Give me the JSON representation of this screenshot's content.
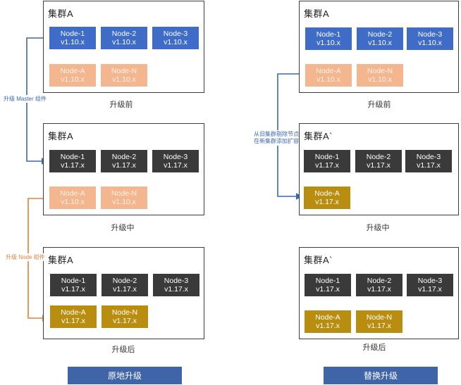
{
  "left": {
    "before": {
      "title": "集群A",
      "nodes_row1": [
        {
          "name": "Node-1",
          "ver": "v1.10.x"
        },
        {
          "name": "Node-2",
          "ver": "v1.10.x"
        },
        {
          "name": "Node-3",
          "ver": "v1.10.x"
        }
      ],
      "nodes_row2": [
        {
          "name": "Node-A",
          "ver": "v1.10.x"
        },
        {
          "name": "Node-N",
          "ver": "v1.10.x"
        }
      ],
      "stage": "升级前"
    },
    "during": {
      "title": "集群A",
      "nodes_row1": [
        {
          "name": "Node-1",
          "ver": "v1.17.x"
        },
        {
          "name": "Node-2",
          "ver": "v1.17.x"
        },
        {
          "name": "Node-3",
          "ver": "v1.17.x"
        }
      ],
      "nodes_row2": [
        {
          "name": "Node-A",
          "ver": "v1.10.x"
        },
        {
          "name": "Node-N",
          "ver": "v1.10.x"
        }
      ],
      "stage": "升级中"
    },
    "after": {
      "title": "集群A",
      "nodes_row1": [
        {
          "name": "Node-1",
          "ver": "v1.17.x"
        },
        {
          "name": "Node-2",
          "ver": "v1.17.x"
        },
        {
          "name": "Node-3",
          "ver": "v1.17.x"
        }
      ],
      "nodes_row2": [
        {
          "name": "Node-A",
          "ver": "v1.17.x"
        },
        {
          "name": "Node-N",
          "ver": "v1.17.x"
        }
      ],
      "stage": "升级后"
    },
    "arrow1_label": "升级 Master 组件",
    "arrow2_label": "升级 Node 组件",
    "button": "原地升级"
  },
  "right": {
    "before": {
      "title": "集群A",
      "nodes_row1": [
        {
          "name": "Node-1",
          "ver": "v1.10.x"
        },
        {
          "name": "Node-2",
          "ver": "v1.10.x"
        },
        {
          "name": "Node-3",
          "ver": "v1.10.x"
        }
      ],
      "nodes_row2": [
        {
          "name": "Node-A",
          "ver": "v1.10.x"
        },
        {
          "name": "Node-N",
          "ver": "v1.10.x"
        }
      ],
      "stage": "升级前"
    },
    "during": {
      "title": "集群A`",
      "nodes_row1": [
        {
          "name": "Node-1",
          "ver": "v1.17.x"
        },
        {
          "name": "Node-2",
          "ver": "v1.17.x"
        },
        {
          "name": "Node-3",
          "ver": "v1.17.x"
        }
      ],
      "nodes_row2": [
        {
          "name": "Node-A",
          "ver": "v1.17.x"
        }
      ],
      "stage": "升级中"
    },
    "after": {
      "title": "集群A`",
      "nodes_row1": [
        {
          "name": "Node-1",
          "ver": "v1.17.x"
        },
        {
          "name": "Node-2",
          "ver": "v1.17.x"
        },
        {
          "name": "Node-3",
          "ver": "v1.17.x"
        }
      ],
      "nodes_row2": [
        {
          "name": "Node-A",
          "ver": "v1.17.x"
        },
        {
          "name": "Node-N",
          "ver": "v1.17.x"
        }
      ],
      "stage": "升级后"
    },
    "arrow_label_line1": "从旧集群剔除节点",
    "arrow_label_line2": "在新集群添加扩容",
    "button": "替换升级"
  },
  "colors": {
    "blue_node": "#3f6cc6",
    "dark_node": "#3a3a3a",
    "old_node": "#f3b68f",
    "upgraded_node": "#b98e10",
    "blue_arrow": "#3b67b3",
    "orange_arrow": "#e0823a",
    "button": "#3f64a8"
  }
}
